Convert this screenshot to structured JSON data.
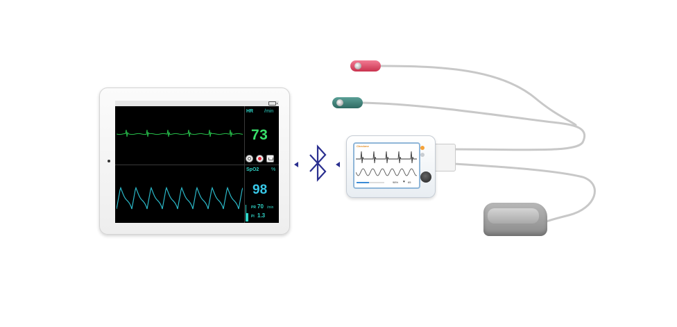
{
  "tablet": {
    "hr_label": "HR",
    "hr_unit": "/min",
    "hr_value": "73",
    "spo2_label": "SpO2",
    "spo2_unit": "%",
    "spo2_value": "98",
    "pr_label": "PR",
    "pr_value": "70",
    "pr_unit": "/min",
    "pi_label": "PI",
    "pi_value": "1.3",
    "controls": [
      "settings-icon",
      "record-icon",
      "save-icon"
    ]
  },
  "connection": {
    "icon": "bluetooth-icon",
    "color": "#2a2f8f"
  },
  "device": {
    "brand": "Checkme",
    "spo2_reading": "98%",
    "hr_reading": "65",
    "heart_icon": "heart-icon",
    "battery_level": 0.45
  },
  "colors": {
    "ecg_wave": "#27c24c",
    "spo2_wave": "#2bb9c9",
    "hr_value": "#38e06a",
    "spo2_value": "#38c8e8",
    "electrode_red": "#d93a57",
    "electrode_green": "#3a7d73",
    "cable": "#c8c8c8"
  }
}
